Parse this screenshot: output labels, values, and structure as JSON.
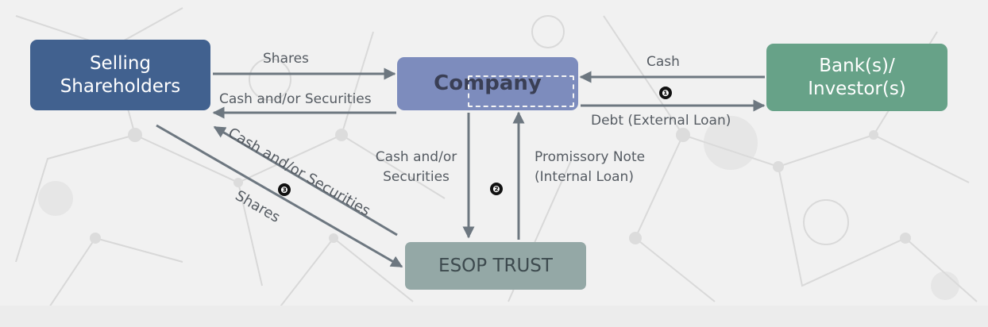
{
  "nodes": {
    "sellers": {
      "line1": "Selling",
      "line2": "Shareholders"
    },
    "company": {
      "label": "Company"
    },
    "bank": {
      "line1": "Bank(s)/",
      "line2": "Investor(s)"
    },
    "esop": {
      "label": "ESOP TRUST"
    }
  },
  "edges": {
    "shares_top": "Shares",
    "cash_securities_top": "Cash and/or Securities",
    "cash": "Cash",
    "debt": "Debt (External Loan)",
    "cash_securities_vertical_line1": "Cash and/or",
    "cash_securities_vertical_line2": "Securities",
    "promissory_line1": "Promissory Note",
    "promissory_line2": "(Internal Loan)",
    "cash_securities_diag": "Cash and/or Securities",
    "shares_diag": "Shares"
  },
  "markers": {
    "m1": "❶",
    "m2": "❷",
    "m3": "❸"
  },
  "colors": {
    "sellers": "#41618f",
    "company": "#7d8cbd",
    "bank": "#67a288",
    "esop": "#94a8a6",
    "arrow": "#6d7780"
  }
}
